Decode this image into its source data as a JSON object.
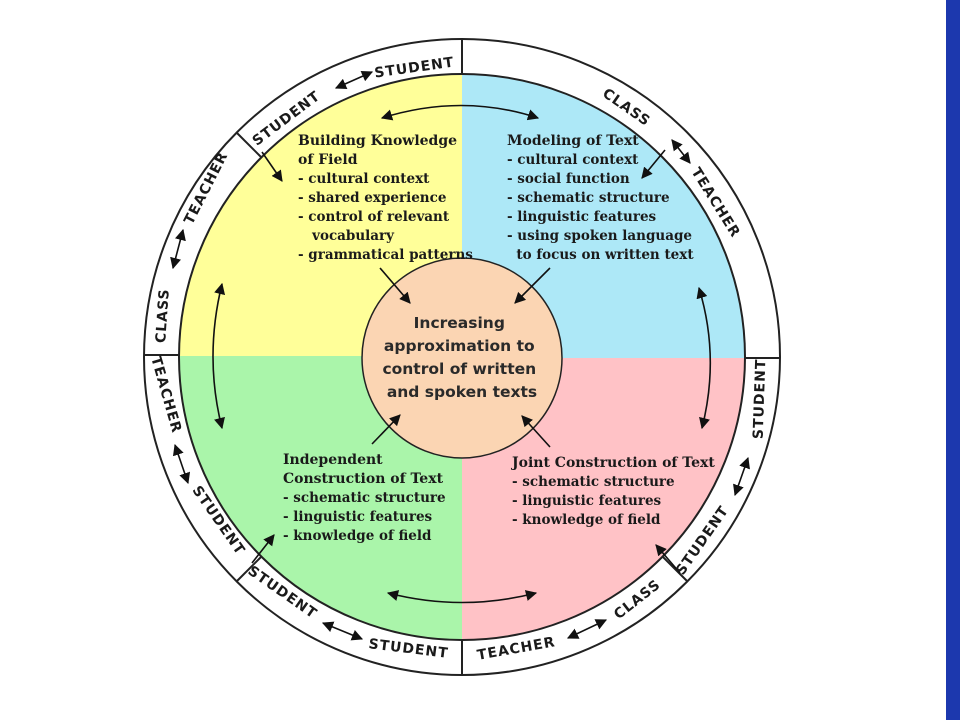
{
  "colors": {
    "building": "#ffff99",
    "modeling": "#ade8f7",
    "independent": "#aaf5aa",
    "joint": "#ffc2c6",
    "center": "#fbd5b3",
    "right_bar": "#1c38ae"
  },
  "center": {
    "lines": [
      "Increasing",
      "approximation to",
      "control of written",
      "and spoken texts"
    ]
  },
  "quadrants": {
    "building": {
      "title_lines": [
        "Building Knowledge",
        "of Field"
      ],
      "items": [
        "- cultural context",
        "- shared experience",
        "- control of relevant",
        "   vocabulary",
        "- grammatical patterns"
      ]
    },
    "modeling": {
      "title_lines": [
        "Modeling of Text"
      ],
      "items": [
        "- cultural context",
        "- social function",
        "- schematic structure",
        "- linguistic features",
        "- using spoken language",
        "  to focus on written text"
      ]
    },
    "joint": {
      "title_lines": [
        "Joint Construction of Text"
      ],
      "items": [
        "- schematic structure",
        "- linguistic features",
        "- knowledge of field"
      ]
    },
    "independent": {
      "title_lines": [
        "Independent",
        "Construction of Text"
      ],
      "items": [
        "- schematic structure",
        "- linguistic features",
        "- knowledge of field"
      ]
    }
  },
  "ring_labels": {
    "top_student_right": "STUDENT",
    "top_student_left": "STUDENT",
    "left_teacher": "TEACHER",
    "left_class": "CLASS",
    "left_teacher_lower": "TEACHER",
    "left_student_lower": "STUDENT",
    "bottom_student_left": "STUDENT",
    "bottom_student_right": "STUDENT",
    "bottom_teacher": "TEACHER",
    "bottom_class": "CLASS",
    "right_student_lower": "STUDENT",
    "right_student_upper": "STUDENT",
    "right_teacher": "TEACHER",
    "right_class": "CLASS"
  }
}
